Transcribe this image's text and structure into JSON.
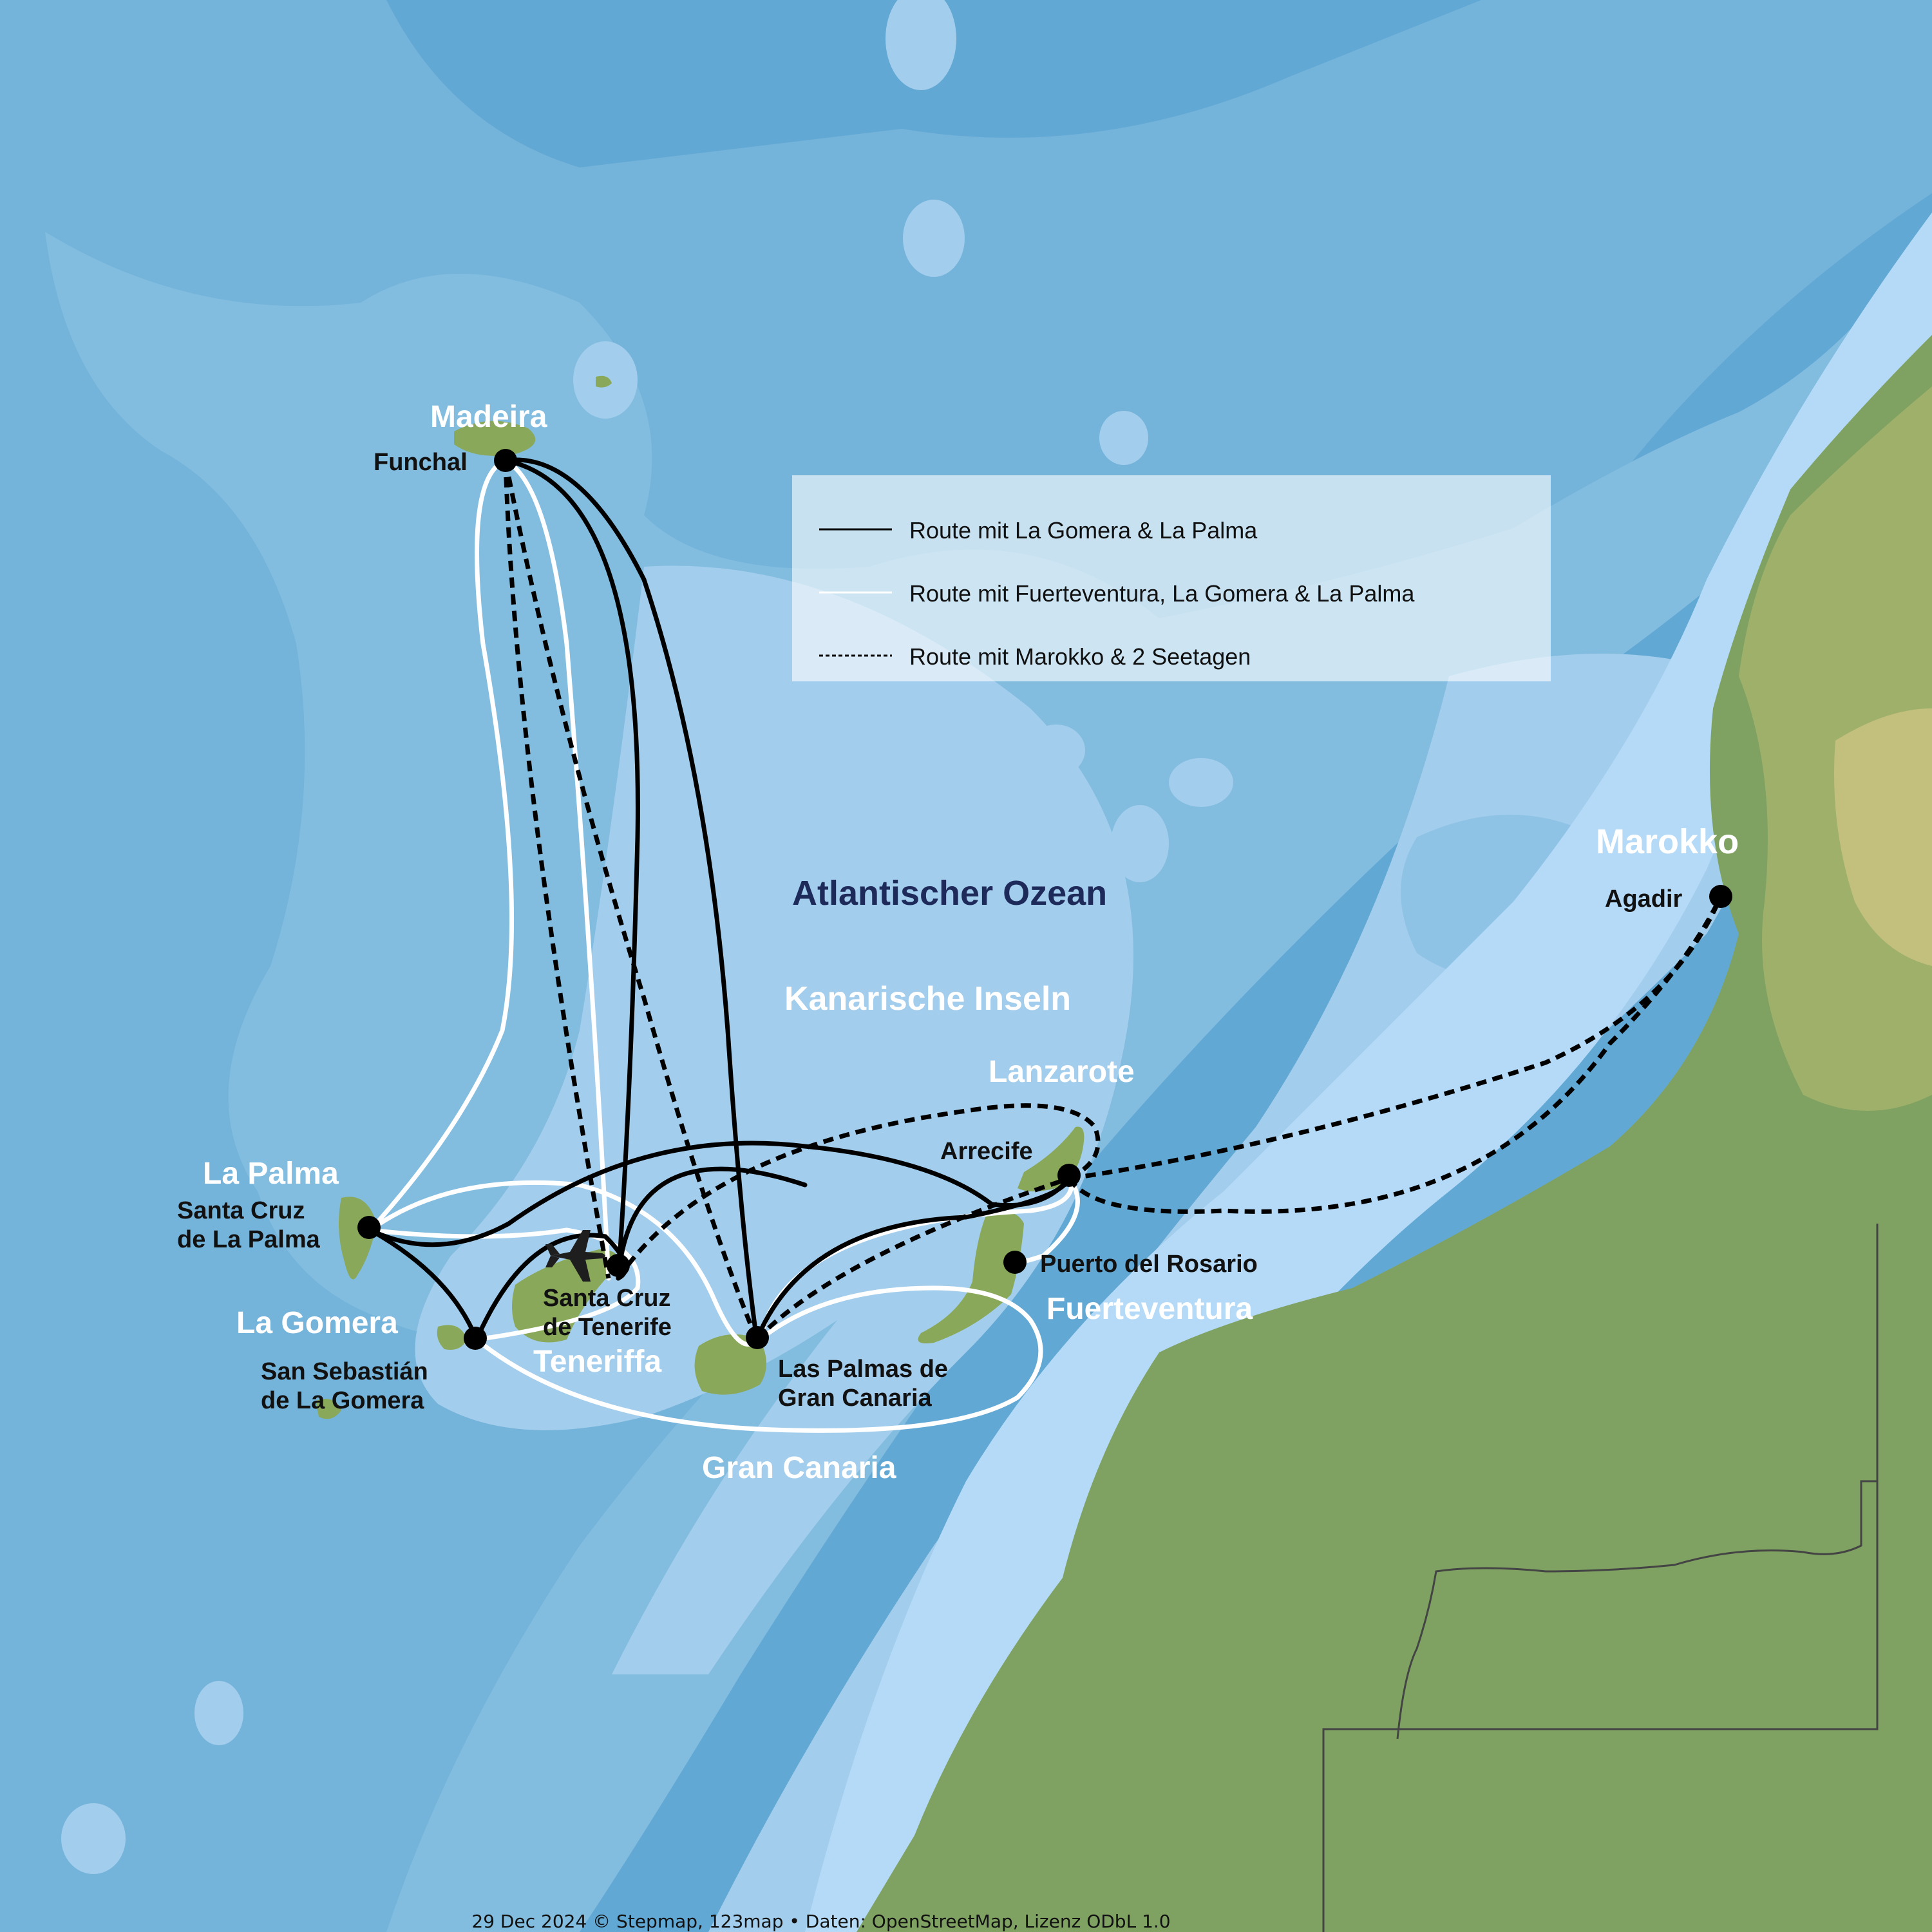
{
  "colors": {
    "ocean_deep": "#5fa6d2",
    "ocean_mid": "#7db8dc",
    "ocean_shallow": "#a9d2ee",
    "coast_water": "#b8dcf6",
    "land": "#7fa262",
    "island": "#8aa85a",
    "route_black": "#000000",
    "route_white": "#ffffff",
    "ocean_label": "#1e2a5a"
  },
  "labels": {
    "madeira": "Madeira",
    "funchal": "Funchal",
    "la_palma": "La Palma",
    "santa_cruz_la_palma_1": "Santa Cruz",
    "santa_cruz_la_palma_2": "de La Palma",
    "la_gomera": "La Gomera",
    "san_sebastian_1": "San Sebastián",
    "san_sebastian_2": "de La Gomera",
    "santa_cruz_tenerife_1": "Santa Cruz",
    "santa_cruz_tenerife_2": "de Tenerife",
    "teneriffa": "Teneriffa",
    "las_palmas_1": "Las Palmas de",
    "las_palmas_2": "Gran Canaria",
    "gran_canaria": "Gran Canaria",
    "lanzarote": "Lanzarote",
    "arrecife": "Arrecife",
    "puerto_del_rosario": "Puerto del Rosario",
    "fuerteventura": "Fuerteventura",
    "marokko": "Marokko",
    "agadir": "Agadir",
    "atlantic": "Atlantischer Ozean",
    "canary_islands": "Kanarische Inseln"
  },
  "legend": {
    "items": [
      {
        "style": "solid-black",
        "label": "Route mit La Gomera & La Palma"
      },
      {
        "style": "solid-white",
        "label": "Route mit Fuerteventura, La Gomera & La Palma"
      },
      {
        "style": "dashed-black",
        "label": "Route mit Marokko & 2 Seetagen"
      }
    ]
  },
  "icons": {
    "airport": "airplane-icon"
  },
  "attribution": "29 Dec 2024 © Stepmap, 123map • Daten: OpenStreetMap, Lizenz ODbL 1.0"
}
